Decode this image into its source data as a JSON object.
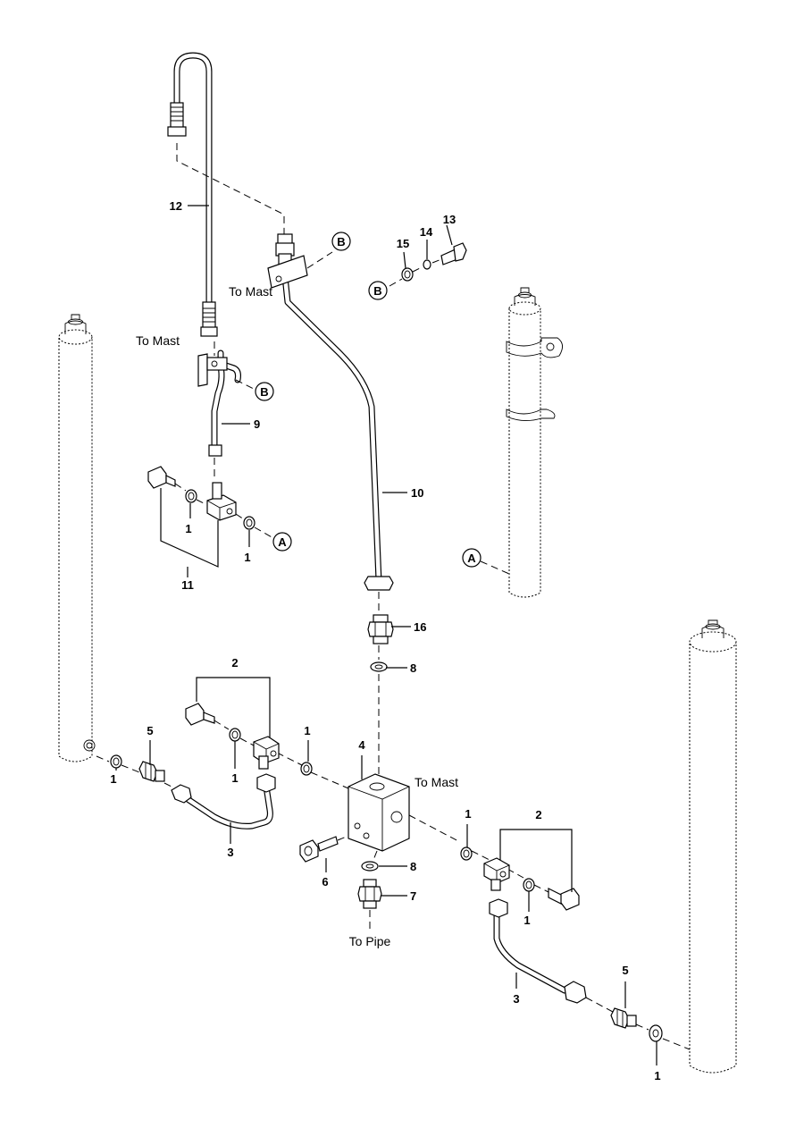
{
  "callouts": [
    "1",
    "2",
    "3",
    "4",
    "5",
    "6",
    "7",
    "8",
    "9",
    "10",
    "11",
    "12",
    "13",
    "14",
    "15",
    "16"
  ],
  "texts": {
    "to_mast": "To Mast",
    "to_pipe": "To Pipe"
  },
  "reference_markers": {
    "a": "A",
    "b": "B"
  }
}
